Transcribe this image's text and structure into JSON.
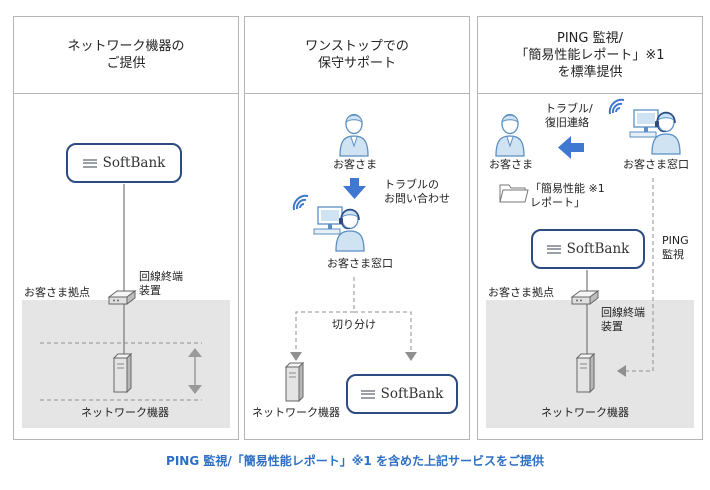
{
  "panel1": {
    "title": "ネットワーク機器の\nご提供",
    "logo_text": "SoftBank",
    "site_label": "お客さま拠点",
    "ont_label": "回線終端\n装置",
    "device_label": "ネットワーク機器"
  },
  "panel2": {
    "title": "ワンストップでの\n保守サポート",
    "customer_label": "お客さま",
    "inquiry_label": "トラブルの\nお問い合わせ",
    "helpdesk_label": "お客さま窓口",
    "isolate_label": "切り分け",
    "device_label": "ネットワーク機器",
    "logo_text": "SoftBank"
  },
  "panel3": {
    "title": "PING 監視/\n「簡易性能レポート」※1\nを標準提供",
    "contact_label": "トラブル/\n復旧連絡",
    "customer_label": "お客さま",
    "helpdesk_label": "お客さま窓口",
    "report_label": "「簡易性能 ※1\nレポート」",
    "logo_text": "SoftBank",
    "ping_label": "PING\n監視",
    "site_label": "お客さま拠点",
    "ont_label": "回線終端\n装置",
    "device_label": "ネットワーク機器"
  },
  "footer": {
    "caption": "PING 監視/「簡易性能レポート」※1 を含めた上記サービスをご提供"
  },
  "colors": {
    "logo_border": "#2d4a82",
    "arrow_blue": "#3f78d0",
    "person_fill": "#cfe3f2",
    "person_stroke": "#5b8fc3",
    "caption": "#2c6fc4",
    "site_bg": "#e5e5e5"
  },
  "icons": [
    "person-icon",
    "operator-icon",
    "wifi-icon",
    "folder-icon",
    "router-icon",
    "server-icon",
    "softbank-logo"
  ]
}
